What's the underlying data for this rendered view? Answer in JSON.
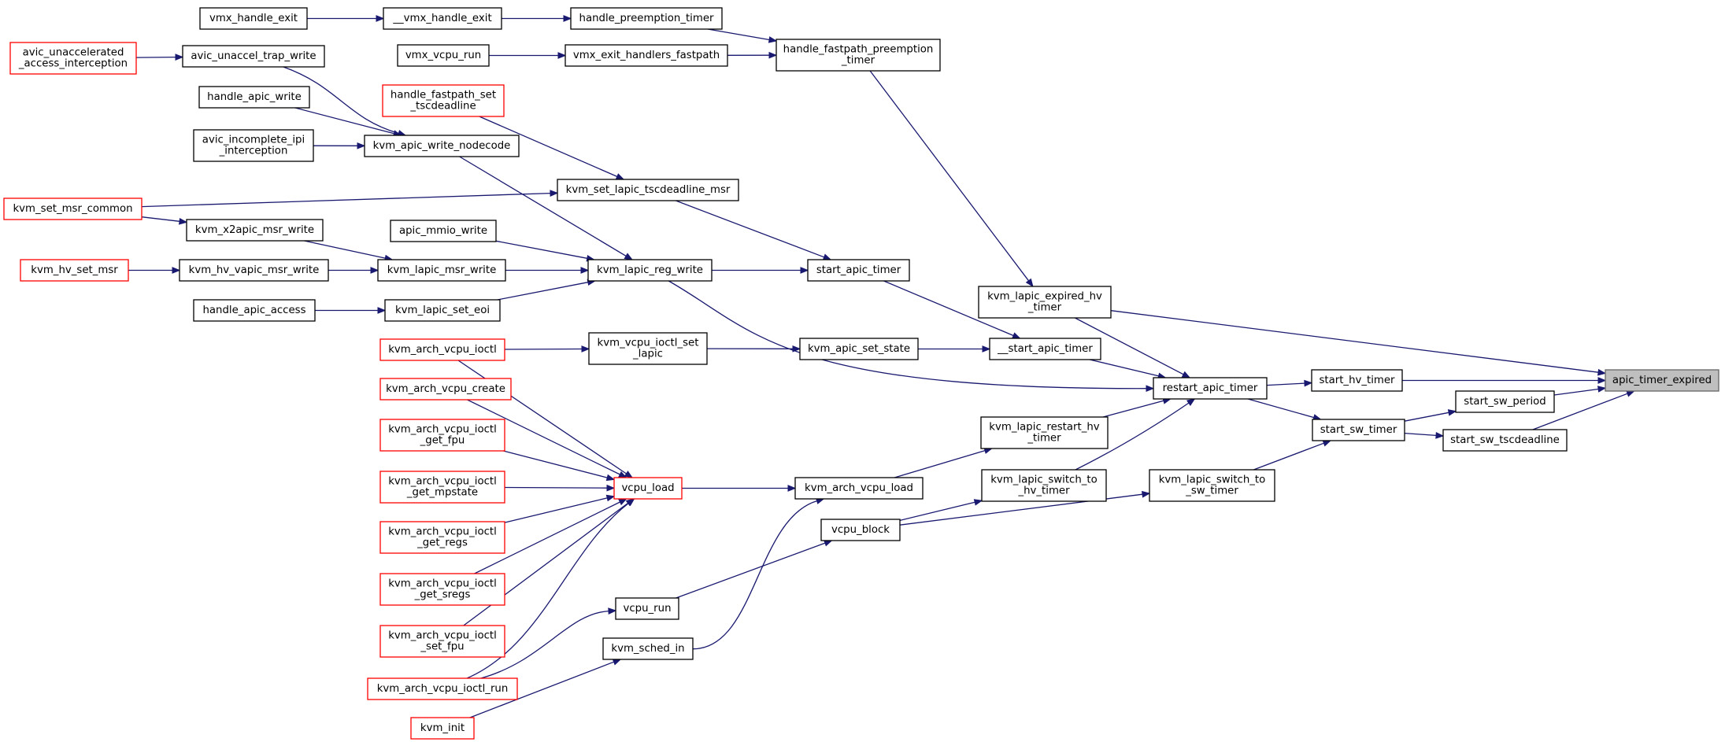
{
  "colors": {
    "edge": "#191970",
    "node_border": "#000000",
    "node_border_truncated": "#ff0000",
    "root_fill": "#bfbfbf"
  },
  "nodes": {
    "vmx_handle_exit": [
      "vmx_handle_exit"
    ],
    "__vmx_handle_exit": [
      "__vmx_handle_exit"
    ],
    "handle_preemption_timer": [
      "handle_preemption_timer"
    ],
    "avic_unaccelerated_access_interception": [
      "avic_unaccelerated",
      "_access_interception"
    ],
    "avic_unaccel_trap_write": [
      "avic_unaccel_trap_write"
    ],
    "vmx_vcpu_run": [
      "vmx_vcpu_run"
    ],
    "vmx_exit_handlers_fastpath": [
      "vmx_exit_handlers_fastpath"
    ],
    "handle_fastpath_preemption_timer": [
      "handle_fastpath_preemption",
      "_timer"
    ],
    "handle_fastpath_set_tscdeadline": [
      "handle_fastpath_set",
      "_tscdeadline"
    ],
    "handle_apic_write": [
      "handle_apic_write"
    ],
    "avic_incomplete_ipi_interception": [
      "avic_incomplete_ipi",
      "_interception"
    ],
    "kvm_apic_write_nodecode": [
      "kvm_apic_write_nodecode"
    ],
    "kvm_set_msr_common": [
      "kvm_set_msr_common"
    ],
    "kvm_set_lapic_tscdeadline_msr": [
      "kvm_set_lapic_tscdeadline_msr"
    ],
    "kvm_x2apic_msr_write": [
      "kvm_x2apic_msr_write"
    ],
    "apic_mmio_write": [
      "apic_mmio_write"
    ],
    "kvm_hv_set_msr": [
      "kvm_hv_set_msr"
    ],
    "kvm_hv_vapic_msr_write": [
      "kvm_hv_vapic_msr_write"
    ],
    "kvm_lapic_msr_write": [
      "kvm_lapic_msr_write"
    ],
    "kvm_lapic_reg_write": [
      "kvm_lapic_reg_write"
    ],
    "start_apic_timer": [
      "start_apic_timer"
    ],
    "handle_apic_access": [
      "handle_apic_access"
    ],
    "kvm_lapic_set_eoi": [
      "kvm_lapic_set_eoi"
    ],
    "kvm_lapic_expired_hv_timer": [
      "kvm_lapic_expired_hv",
      "_timer"
    ],
    "kvm_arch_vcpu_ioctl": [
      "kvm_arch_vcpu_ioctl"
    ],
    "kvm_vcpu_ioctl_set_lapic": [
      "kvm_vcpu_ioctl_set",
      "_lapic"
    ],
    "kvm_apic_set_state": [
      "kvm_apic_set_state"
    ],
    "__start_apic_timer": [
      "__start_apic_timer"
    ],
    "apic_timer_expired": [
      "apic_timer_expired"
    ],
    "kvm_arch_vcpu_create": [
      "kvm_arch_vcpu_create"
    ],
    "restart_apic_timer": [
      "restart_apic_timer"
    ],
    "start_hv_timer": [
      "start_hv_timer"
    ],
    "start_sw_period": [
      "start_sw_period"
    ],
    "kvm_arch_vcpu_ioctl_get_fpu": [
      "kvm_arch_vcpu_ioctl",
      "_get_fpu"
    ],
    "kvm_lapic_restart_hv_timer": [
      "kvm_lapic_restart_hv",
      "_timer"
    ],
    "start_sw_timer": [
      "start_sw_timer"
    ],
    "start_sw_tscdeadline": [
      "start_sw_tscdeadline"
    ],
    "kvm_arch_vcpu_ioctl_get_mpstate": [
      "kvm_arch_vcpu_ioctl",
      "_get_mpstate"
    ],
    "vcpu_load": [
      "vcpu_load"
    ],
    "kvm_arch_vcpu_load": [
      "kvm_arch_vcpu_load"
    ],
    "kvm_lapic_switch_to_hv_timer": [
      "kvm_lapic_switch_to",
      "_hv_timer"
    ],
    "kvm_lapic_switch_to_sw_timer": [
      "kvm_lapic_switch_to",
      "_sw_timer"
    ],
    "vcpu_block": [
      "vcpu_block"
    ],
    "kvm_arch_vcpu_ioctl_get_regs": [
      "kvm_arch_vcpu_ioctl",
      "_get_regs"
    ],
    "kvm_arch_vcpu_ioctl_get_sregs": [
      "kvm_arch_vcpu_ioctl",
      "_get_sregs"
    ],
    "vcpu_run": [
      "vcpu_run"
    ],
    "kvm_arch_vcpu_ioctl_set_fpu": [
      "kvm_arch_vcpu_ioctl",
      "_set_fpu"
    ],
    "kvm_sched_in": [
      "kvm_sched_in"
    ],
    "kvm_arch_vcpu_ioctl_run": [
      "kvm_arch_vcpu_ioctl_run"
    ],
    "kvm_init": [
      "kvm_init"
    ]
  }
}
